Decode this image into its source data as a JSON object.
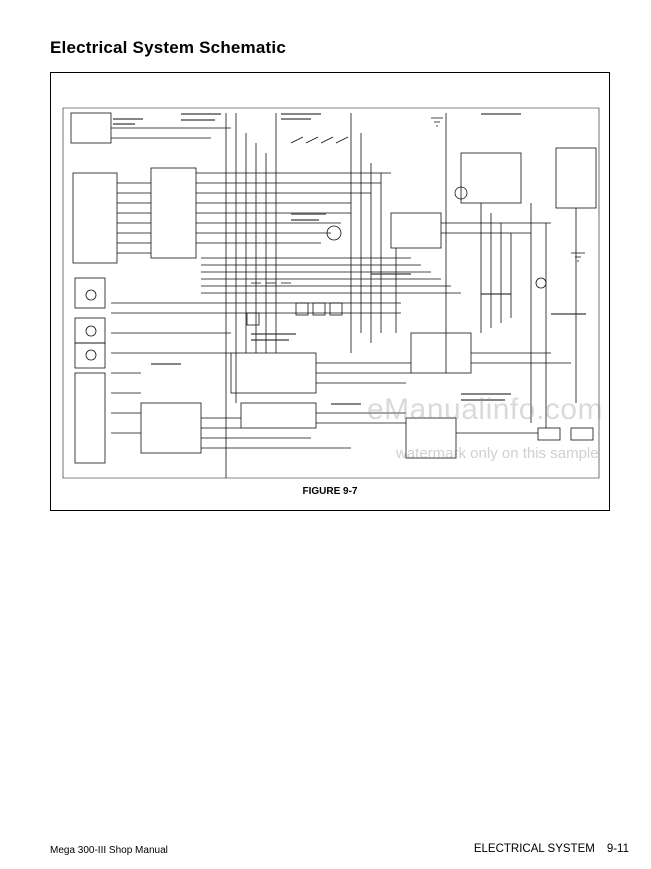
{
  "page": {
    "title": "Electrical System Schematic",
    "figure_caption": "FIGURE 9-7",
    "watermark_site": "eManualinfo.com",
    "watermark_note": "watermark only on this sample"
  },
  "footer": {
    "manual": "Mega 300-III Shop Manual",
    "section": "ELECTRICAL SYSTEM",
    "page_number": "9-11"
  }
}
